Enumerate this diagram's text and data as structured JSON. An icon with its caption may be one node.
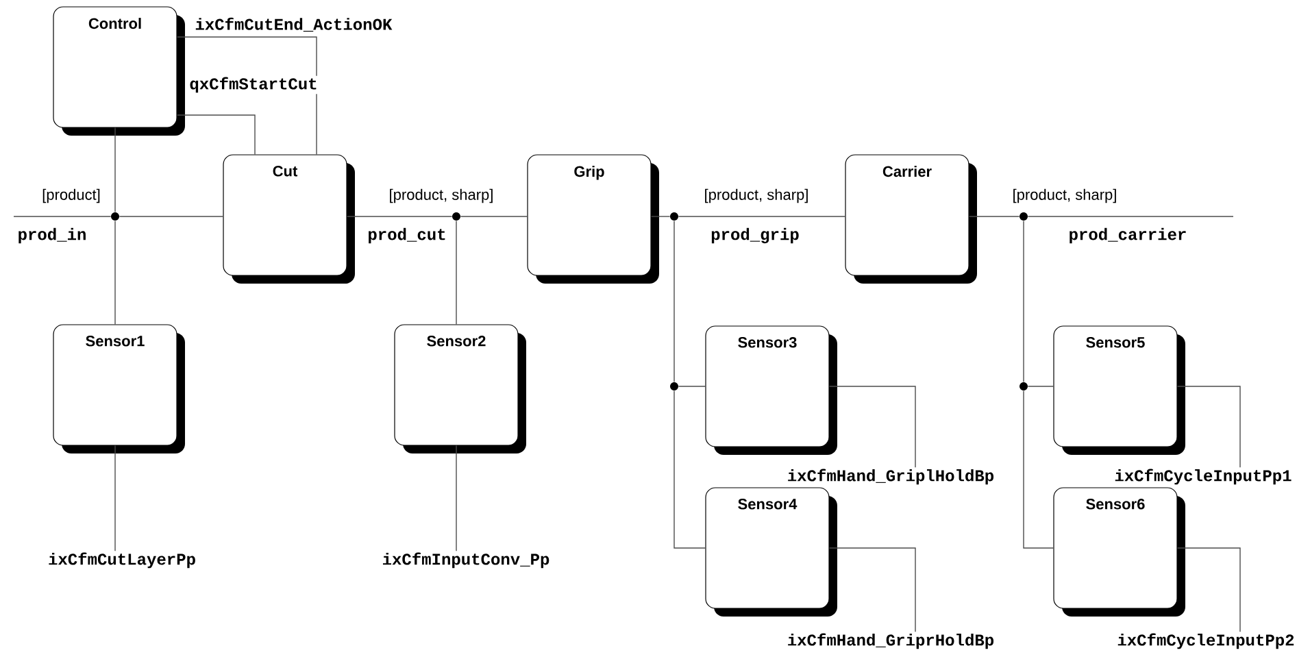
{
  "diagram": {
    "nodes": [
      {
        "text": [
          "Control"
        ]
      },
      {
        "text": [
          "Cut"
        ]
      },
      {
        "text": [
          "Grip"
        ]
      },
      {
        "text": [
          "Carrier"
        ]
      },
      {
        "text": [
          "Sensor1"
        ]
      },
      {
        "text": [
          "Sensor2"
        ]
      },
      {
        "text": [
          "Sensor3"
        ]
      },
      {
        "text": [
          "Sensor4"
        ]
      },
      {
        "text": [
          "Sensor5"
        ]
      },
      {
        "text": [
          "Sensor6"
        ]
      },
      {
        "text": [],
        "shape": "circle"
      },
      {
        "text": [],
        "shape": "circle"
      },
      {
        "text": [],
        "shape": "circle"
      },
      {
        "text": [],
        "shape": "circle"
      },
      {
        "text": [],
        "shape": "circle"
      },
      {
        "text": [],
        "shape": "circle"
      },
      {
        "text": [
          "ixCfmCutLayerPp"
        ]
      },
      {
        "text": [
          "ixCfmInputConv_Pp"
        ]
      },
      {
        "text": [
          "ixCfmHand_GriplHoldBp"
        ]
      },
      {
        "text": [
          "ixCfmHand_GriprHoldBp"
        ]
      },
      {
        "text": [
          "ixCfmCycleInputPp1"
        ]
      },
      {
        "text": [
          "ixCfmCycleInputPp2"
        ]
      }
    ],
    "edges": [
      {
        "from": null,
        "to": 10,
        "arrow": "none",
        "label": "prod_in"
      },
      {
        "from": 10,
        "to": 1,
        "arrow": "none"
      },
      {
        "from": 0,
        "to": 10,
        "arrow": "none"
      },
      {
        "from": 10,
        "to": 4,
        "arrow": "none"
      },
      {
        "from": 0,
        "to": 1,
        "arrow": "none",
        "label": "qxCfmStartCut"
      },
      {
        "from": 0,
        "to": 1,
        "arrow": "none",
        "label": "ixCfmCutEnd_ActionOK"
      },
      {
        "from": 1,
        "to": 11,
        "arrow": "none",
        "label": "prod_cut"
      },
      {
        "from": 11,
        "to": 2,
        "arrow": "none"
      },
      {
        "from": 11,
        "to": 5,
        "arrow": "none"
      },
      {
        "from": 2,
        "to": 12,
        "arrow": "none"
      },
      {
        "from": 12,
        "to": 3,
        "arrow": "none",
        "label": "prod_grip"
      },
      {
        "from": 12,
        "to": 13,
        "arrow": "none"
      },
      {
        "from": 13,
        "to": 6,
        "arrow": "none"
      },
      {
        "from": 13,
        "to": 7,
        "arrow": "none"
      },
      {
        "from": 3,
        "to": 14,
        "arrow": "none"
      },
      {
        "from": 14,
        "to": null,
        "arrow": "none",
        "label": "prod_carrier"
      },
      {
        "from": 14,
        "to": 15,
        "arrow": "none"
      },
      {
        "from": 15,
        "to": 8,
        "arrow": "none"
      },
      {
        "from": 15,
        "to": 9,
        "arrow": "none"
      },
      {
        "from": 4,
        "to": 16,
        "arrow": "none"
      },
      {
        "from": 5,
        "to": 17,
        "arrow": "none"
      },
      {
        "from": 6,
        "to": 18,
        "arrow": "none"
      },
      {
        "from": 7,
        "to": 19,
        "arrow": "none"
      },
      {
        "from": 8,
        "to": 20,
        "arrow": "none"
      },
      {
        "from": 9,
        "to": 21,
        "arrow": "none"
      }
    ],
    "labels": [
      "[product]",
      "[product, sharp]",
      "[product, sharp]",
      "[product, sharp]"
    ]
  }
}
